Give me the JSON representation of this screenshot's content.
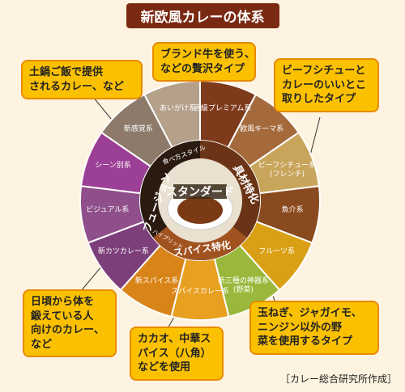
{
  "title": "新欧風カレーの体系",
  "center": {
    "label": "スタンダード",
    "ring_labels": {
      "fusion": "フュージョン",
      "material": "具材特化",
      "spice": "スパイス特化",
      "style": "食べ方スタイル",
      "hybrid": "ハイブリッド"
    }
  },
  "segments": [
    {
      "label": "高級プレミアム系",
      "color": "#7e3b1c"
    },
    {
      "label": "欧風キーマ系",
      "color": "#a56a3c"
    },
    {
      "label": "ビーフシチュー系",
      "sub": "(フレンチ)",
      "color": "#c9a55c"
    },
    {
      "label": "魚介系",
      "color": "#8a4a1f"
    },
    {
      "label": "フルーツ系",
      "color": "#d9a015"
    },
    {
      "label": "新三種の神器系",
      "sub": "(野菜)",
      "color": "#9ab93c"
    },
    {
      "label": "スパイスカレー系",
      "color": "#e8a020"
    },
    {
      "label": "新スパイス系",
      "color": "#d88418"
    },
    {
      "label": "新カツカレー系",
      "color": "#7c3f7a"
    },
    {
      "label": "ビジュアル系",
      "color": "#8e4f8a"
    },
    {
      "label": "シーン別系",
      "color": "#9c3f96"
    },
    {
      "label": "新感覚系",
      "color": "#8d7a6a"
    },
    {
      "label": "あいがけ系",
      "color": "#b5a08a"
    }
  ],
  "callouts": {
    "c1": [
      "土鍋ご飯で提供",
      "されるカレー、など"
    ],
    "c2": [
      "ブランド牛を使う、",
      "などの贅沢タイプ"
    ],
    "c3": [
      "ビーフシチューと",
      "カレーのいいとこ",
      "取りしたタイプ"
    ],
    "c4": [
      "日頃から体を",
      "鍛えている人",
      "向けのカレー、",
      "など"
    ],
    "c5": [
      "カカオ、中華ス",
      "パイス（八角）",
      "などを使用"
    ],
    "c6": [
      "玉ねぎ、ジャガイモ、",
      "ニンジン以外の野",
      "菜を使用するタイプ"
    ]
  },
  "credit": "［カレー総合研究所作成］"
}
